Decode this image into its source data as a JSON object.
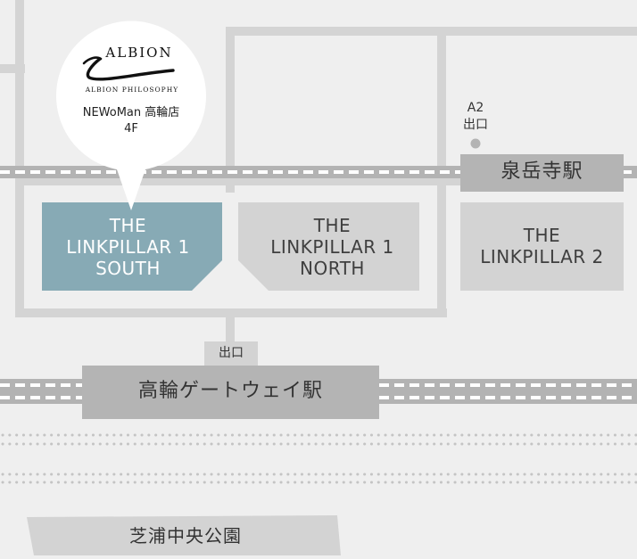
{
  "buildings": {
    "linkpillar_south": {
      "line1": "THE",
      "line2": "LINKPILLAR 1",
      "line3": "SOUTH"
    },
    "linkpillar_north": {
      "line1": "THE",
      "line2": "LINKPILLAR 1",
      "line3": "NORTH"
    },
    "linkpillar_2": {
      "line1": "THE",
      "line2": "LINKPILLAR 2"
    }
  },
  "stations": {
    "sengakuji": "泉岳寺駅",
    "takanawa_gateway": "高輪ゲートウェイ駅"
  },
  "exits": {
    "a2_code": "A2",
    "a2_label": "出口",
    "takanawa_exit": "出口"
  },
  "park": "芝浦中央公園",
  "store_pin": {
    "brand": "ALBION",
    "brand_sub": "ALBION PHILOSOPHY",
    "store_name": "NEWoMan 高輪店",
    "floor": "4F"
  },
  "colors": {
    "background": "#efefef",
    "road": "#d4d4d4",
    "building": "#d3d3d3",
    "highlight_building": "#87aab5",
    "station_box": "#b4b4b4",
    "rail": "#b3b3b3",
    "dots": "#c4c4c4",
    "pin": "#ffffff"
  }
}
